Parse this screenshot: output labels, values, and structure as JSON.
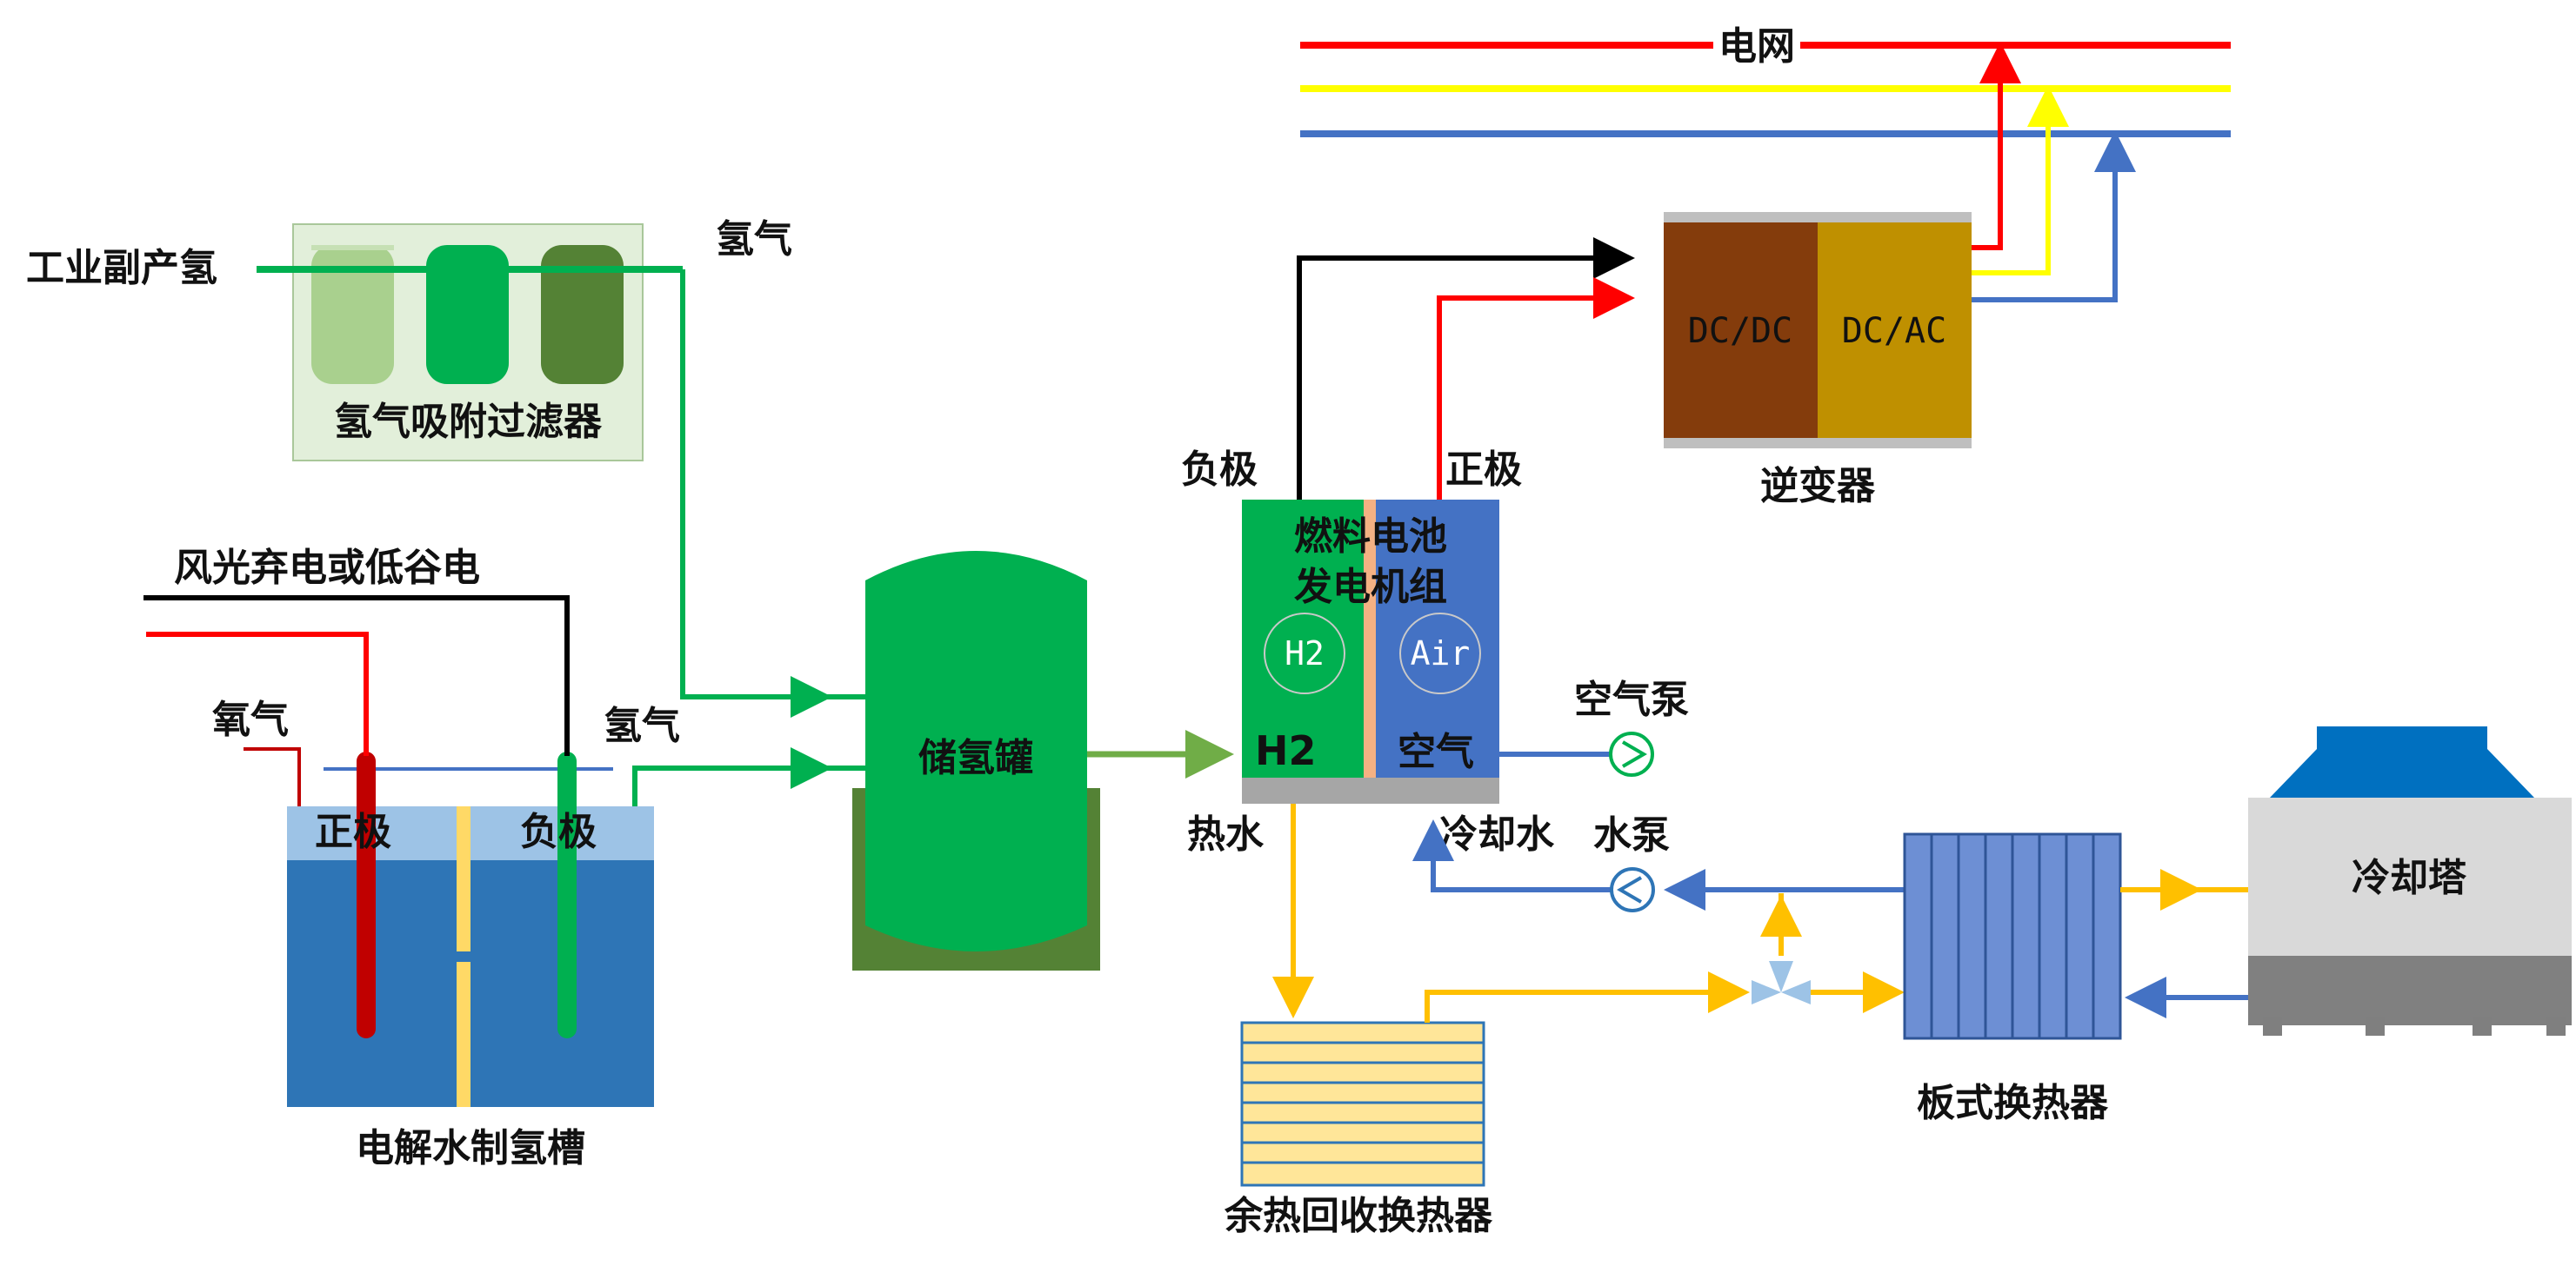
{
  "labels": {
    "grid": "电网",
    "industrial_h2": "工业副产氢",
    "h2_top": "氢气",
    "filter": "氢气吸附过滤器",
    "renewable_power": "风光弃电或低谷电",
    "oxygen": "氧气",
    "h2_electrolyzer": "氢气",
    "anode_electrolyzer": "正极",
    "cathode_electrolyzer": "负极",
    "electrolyzer": "电解水制氢槽",
    "storage_tank": "储氢罐",
    "fc_negative": "负极",
    "fc_positive": "正极",
    "fuel_cell_line1": "燃料电池",
    "fuel_cell_line2": "发电机组",
    "fc_h2_circle": "H2",
    "fc_air_circle": "Air",
    "fc_h2": "H2",
    "fc_air": "空气",
    "hot_water": "热水",
    "cooling_water": "冷却水",
    "air_pump": "空气泵",
    "water_pump": "水泵",
    "dcdc": "DC/DC",
    "dcac": "DC/AC",
    "inverter": "逆变器",
    "waste_heat_exchanger": "余热回收换热器",
    "plate_heat_exchanger": "板式换热器",
    "cooling_tower": "冷却塔"
  },
  "colors": {
    "h2_line": "#00b050",
    "power_positive": "#ff0000",
    "power_negative": "#000000",
    "grid_yellow": "#ffff00",
    "grid_blue": "#4472c4",
    "hot_water": "#ffc000",
    "cooling_water": "#4472c4",
    "tank": "#00b050",
    "dcdc": "#843c0c",
    "dcac": "#bf9000"
  }
}
